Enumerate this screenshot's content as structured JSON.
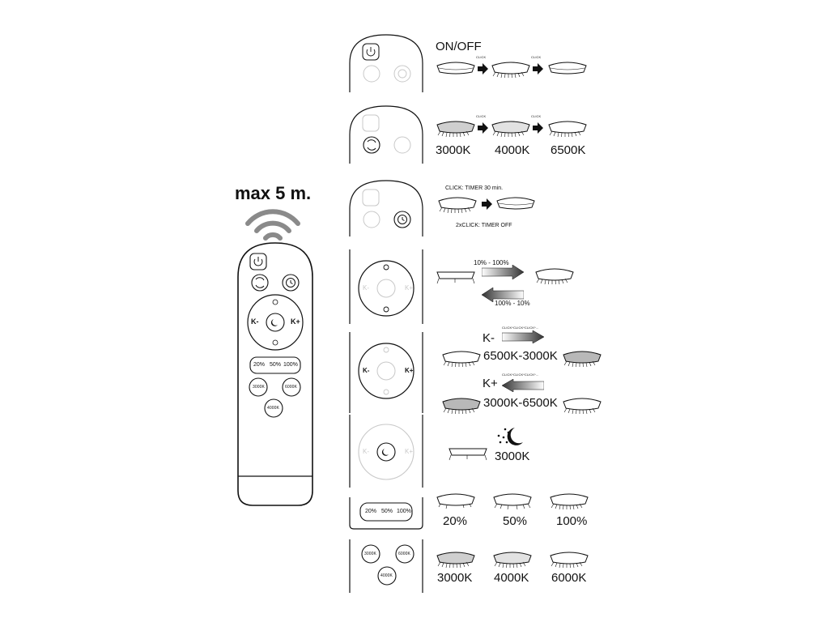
{
  "range": {
    "label": "max 5 m."
  },
  "main_remote": {
    "pct": [
      "20%",
      "50%",
      "100%"
    ],
    "cct": [
      "3000K",
      "6000K",
      "4000K"
    ],
    "kminus": "K-",
    "kplus": "K+"
  },
  "rows": [
    {
      "title": "ON/OFF",
      "clicks": [
        "CLICK",
        "CLICK"
      ]
    },
    {
      "clicks": [
        "CLICK",
        "CLICK"
      ],
      "labels": [
        "3000K",
        "4000K",
        "6500K"
      ]
    },
    {
      "top": "CLICK: TIMER 30 min.",
      "bottom": "2xCLICK: TIMER OFF"
    },
    {
      "up": "10% - 100%",
      "down": "100% - 10%",
      "kminus": "K-",
      "kplus": "K+"
    },
    {
      "k1": "K-",
      "c1": "CLICK*CLICK*CLICK*...",
      "r1": "6500K-3000K",
      "k2": "K+",
      "c2": "CLICK*CLICK*CLICK*...",
      "r2": "3000K-6500K",
      "kminus": "K-",
      "kplus": "K+"
    },
    {
      "label": "3000K",
      "kminus": "K-",
      "kplus": "K+"
    },
    {
      "pct": [
        "20%",
        "50%",
        "100%"
      ],
      "labels": [
        "20%",
        "50%",
        "100%"
      ]
    },
    {
      "cct": [
        "3000K",
        "6000K",
        "4000K"
      ],
      "labels": [
        "3000K",
        "4000K",
        "6000K"
      ]
    }
  ],
  "colors": {
    "ink": "#111111",
    "faint": "#c8c8c8",
    "lamp_warm": "#cfcfcf",
    "lamp_mid": "#e2e2e2",
    "wifi": "#8a8a8a"
  }
}
